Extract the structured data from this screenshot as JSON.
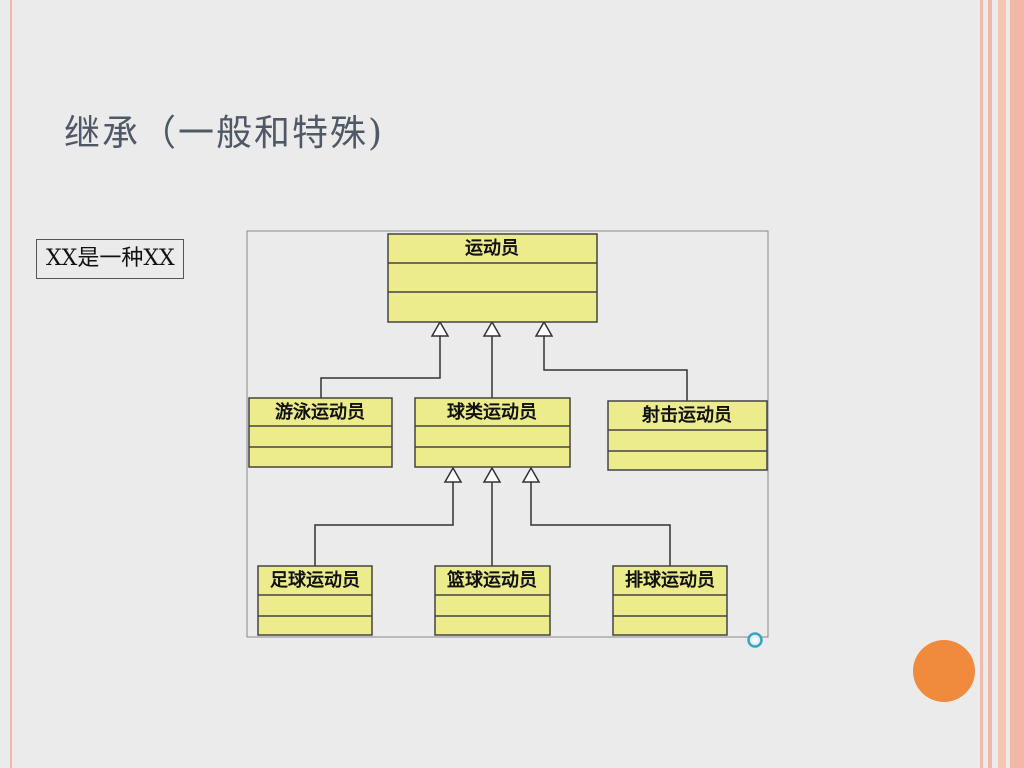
{
  "slide": {
    "title": "继承（一般和特殊)",
    "note": "XX是一种XX"
  },
  "colors": {
    "class_fill": "#ecec8c",
    "class_stroke": "#444444",
    "accent_orange": "#f08a3c",
    "stripe_pink": "#f0b8a6",
    "title_color": "#4f5866"
  },
  "diagram": {
    "type": "uml-class-inheritance",
    "classes": [
      {
        "id": "athlete",
        "name": "运动员"
      },
      {
        "id": "swimmer",
        "name": "游泳运动员"
      },
      {
        "id": "ball",
        "name": "球类运动员"
      },
      {
        "id": "shooter",
        "name": "射击运动员"
      },
      {
        "id": "football",
        "name": "足球运动员"
      },
      {
        "id": "basketball",
        "name": "篮球运动员"
      },
      {
        "id": "volleyball",
        "name": "排球运动员"
      }
    ],
    "generalizations": [
      {
        "from": "swimmer",
        "to": "athlete"
      },
      {
        "from": "ball",
        "to": "athlete"
      },
      {
        "from": "shooter",
        "to": "athlete"
      },
      {
        "from": "football",
        "to": "ball"
      },
      {
        "from": "basketball",
        "to": "ball"
      },
      {
        "from": "volleyball",
        "to": "ball"
      }
    ]
  },
  "icons": {
    "selection_handle": "rotate-handle-icon",
    "decoration": "orange-circle-icon"
  }
}
